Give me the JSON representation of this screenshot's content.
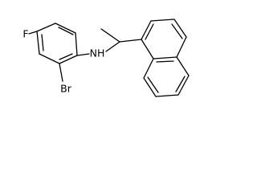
{
  "molecule": {
    "atoms": {
      "fluorine": "F",
      "bromine": "Br",
      "amine": "NH"
    },
    "bond_color": "#000000",
    "text_color": "#000000"
  }
}
